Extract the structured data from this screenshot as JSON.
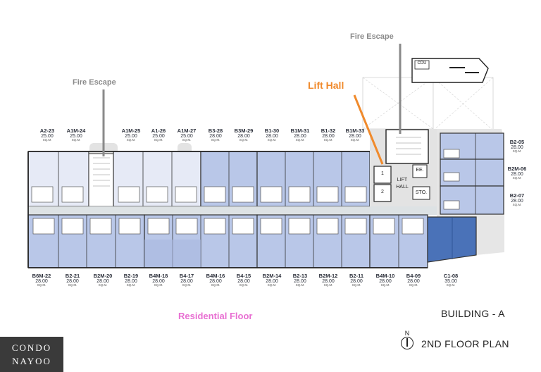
{
  "callouts": {
    "fire_escape_left": "Fire Escape",
    "fire_escape_right": "Fire Escape",
    "lift_hall": "Lift Hall",
    "residential_floor": "Residential Floor"
  },
  "plan_labels": {
    "lift_1": "1",
    "lift_2": "2",
    "lift_hall_line1": "LIFT",
    "lift_hall_line2": "HALL",
    "ee": "EE.",
    "sto": "STO.",
    "cdu": "CDU"
  },
  "title": {
    "building": "BUILDING - A",
    "floor_plan": "2ND FLOOR PLAN",
    "north": "N"
  },
  "logo": {
    "line1": "CONDO",
    "line2": "NAYOO"
  },
  "colors": {
    "light_unit": "#e6eaf6",
    "mid_unit": "#b9c7e8",
    "dark_unit": "#8fa3d4",
    "corner_unit": "#4a72b8",
    "corridor": "#dde2e4",
    "callout_orange": "#f08a2c",
    "callout_pink": "#e86fd2"
  },
  "units_top": [
    {
      "code": "A2-23",
      "area": "25.00",
      "unit": "SQ.M."
    },
    {
      "code": "A1M-24",
      "area": "25.00",
      "unit": "SQ.M."
    },
    {
      "code": "A1M-25",
      "area": "25.00",
      "unit": "SQ.M."
    },
    {
      "code": "A1-26",
      "area": "25.00",
      "unit": "SQ.M."
    },
    {
      "code": "A1M-27",
      "area": "25.00",
      "unit": "SQ.M."
    },
    {
      "code": "B3-28",
      "area": "28.00",
      "unit": "SQ.M."
    },
    {
      "code": "B3M-29",
      "area": "28.00",
      "unit": "SQ.M."
    },
    {
      "code": "B1-30",
      "area": "28.00",
      "unit": "SQ.M."
    },
    {
      "code": "B1M-31",
      "area": "28.00",
      "unit": "SQ.M."
    },
    {
      "code": "B1-32",
      "area": "28.00",
      "unit": "SQ.M."
    },
    {
      "code": "B1M-33",
      "area": "28.00",
      "unit": "SQ.M."
    }
  ],
  "units_right": [
    {
      "code": "B2-05",
      "area": "28.00",
      "unit": "SQ.M."
    },
    {
      "code": "B2M-06",
      "area": "28.00",
      "unit": "SQ.M."
    },
    {
      "code": "B2-07",
      "area": "28.00",
      "unit": "SQ.M."
    }
  ],
  "units_bottom": [
    {
      "code": "B6M-22",
      "area": "28.00",
      "unit": "SQ.M."
    },
    {
      "code": "B2-21",
      "area": "28.00",
      "unit": "SQ.M."
    },
    {
      "code": "B2M-20",
      "area": "28.00",
      "unit": "SQ.M."
    },
    {
      "code": "B2-19",
      "area": "28.00",
      "unit": "SQ.M."
    },
    {
      "code": "B4M-18",
      "area": "28.00",
      "unit": "SQ.M."
    },
    {
      "code": "B4-17",
      "area": "28.00",
      "unit": "SQ.M."
    },
    {
      "code": "B4M-16",
      "area": "28.00",
      "unit": "SQ.M."
    },
    {
      "code": "B4-15",
      "area": "28.00",
      "unit": "SQ.M."
    },
    {
      "code": "B2M-14",
      "area": "28.00",
      "unit": "SQ.M."
    },
    {
      "code": "B2-13",
      "area": "28.00",
      "unit": "SQ.M."
    },
    {
      "code": "B2M-12",
      "area": "28.00",
      "unit": "SQ.M."
    },
    {
      "code": "B2-11",
      "area": "28.00",
      "unit": "SQ.M."
    },
    {
      "code": "B4M-10",
      "area": "28.00",
      "unit": "SQ.M."
    },
    {
      "code": "B4-09",
      "area": "28.00",
      "unit": "SQ.M."
    },
    {
      "code": "C1-08",
      "area": "35.00",
      "unit": "SQ.M."
    }
  ]
}
